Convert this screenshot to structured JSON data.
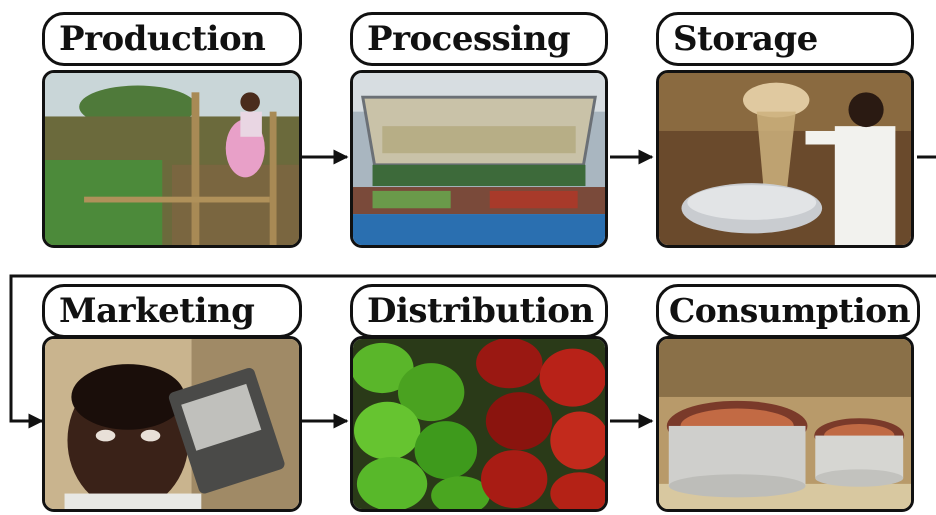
{
  "stages": [
    {
      "label": "Production",
      "image": "garden-field-photo"
    },
    {
      "label": "Processing",
      "image": "produce-drying-rack-photo"
    },
    {
      "label": "Storage",
      "image": "grain-pouring-photo"
    },
    {
      "label": "Marketing",
      "image": "man-with-radio-photo"
    },
    {
      "label": "Distribution",
      "image": "peppers-photo"
    },
    {
      "label": "Consumption",
      "image": "cooking-pots-photo"
    }
  ],
  "colors": {
    "outline": "#111111",
    "background": "#ffffff"
  }
}
